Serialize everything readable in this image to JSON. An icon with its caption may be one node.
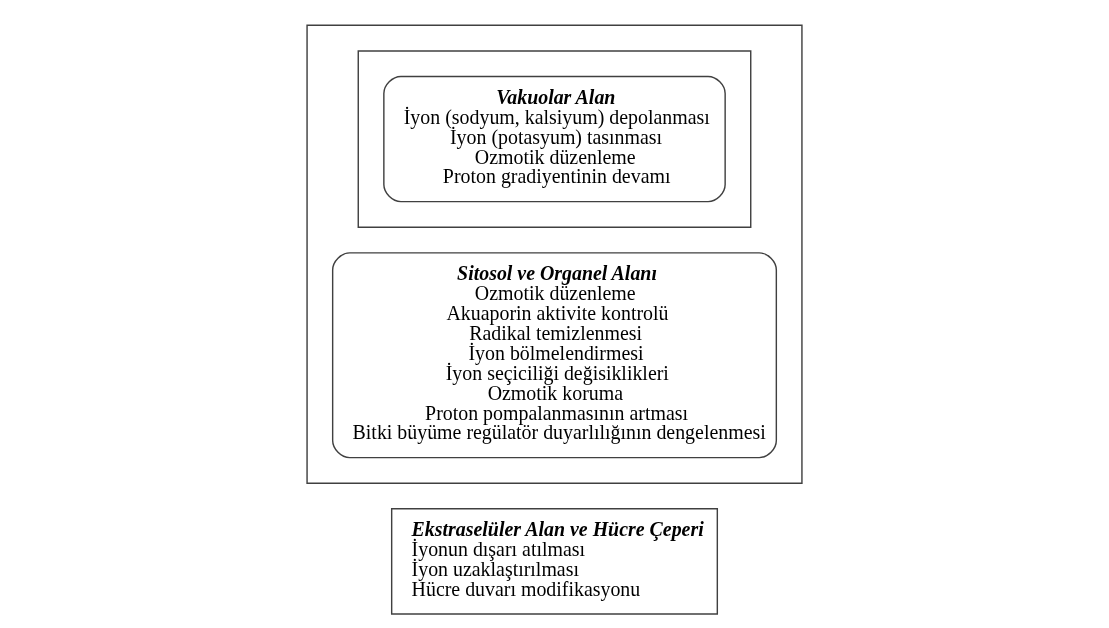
{
  "diagram": {
    "nodes": [
      {
        "text": [
          "Ekstraselüler Alan ve Hücre Çeperi",
          "İyonun dışarı atılması",
          "İyon uzaklaştırılması",
          "Hücre duvarı modifikasyonu"
        ]
      },
      {
        "text": [],
        "shape": "box"
      },
      {
        "text": [
          "Sitosol ve Organel Alanı",
          "Ozmotik düzenleme",
          "Akuaporin aktivite kontrolü",
          "Radikal temizlenmesi",
          "İyon bölmelendirmesi",
          "İyon seçiciliği değisiklikleri",
          "Ozmotik koruma",
          "Proton pompalanmasının artması",
          "Bitki büyüme regülatör duyarlılığının dengelenmesi"
        ],
        "in": 1
      },
      {
        "text": [],
        "shape": "box",
        "in": 1
      },
      {
        "text": [
          "Vakuolar Alan",
          "İyon (sodyum, kalsiyum) depolanması",
          "İyon (potasyum) tasınması",
          "Ozmotik düzenleme",
          "Proton gradiyentinin devamı"
        ],
        "in": 3
      }
    ],
    "edges": []
  }
}
